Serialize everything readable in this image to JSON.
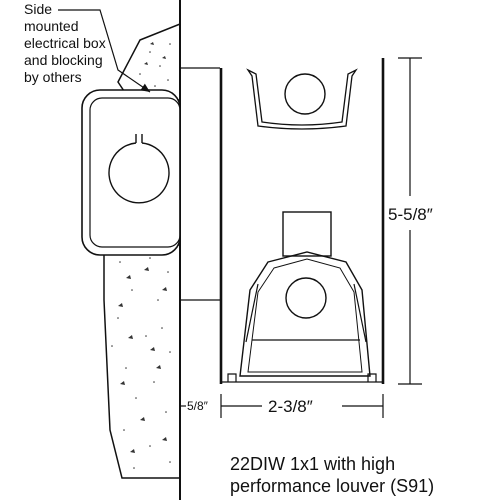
{
  "note": {
    "lines": [
      "Side",
      "mounted",
      "electrical box",
      "and blocking",
      "by others"
    ]
  },
  "dimensions": {
    "height": "5-5/8″",
    "width": "2-3/8″",
    "wall_thickness": "5/8″"
  },
  "caption": {
    "line1": "22DIW 1x1 with high",
    "line2": "performance louver (S91)"
  },
  "colors": {
    "line": "#111111",
    "background": "#ffffff"
  }
}
